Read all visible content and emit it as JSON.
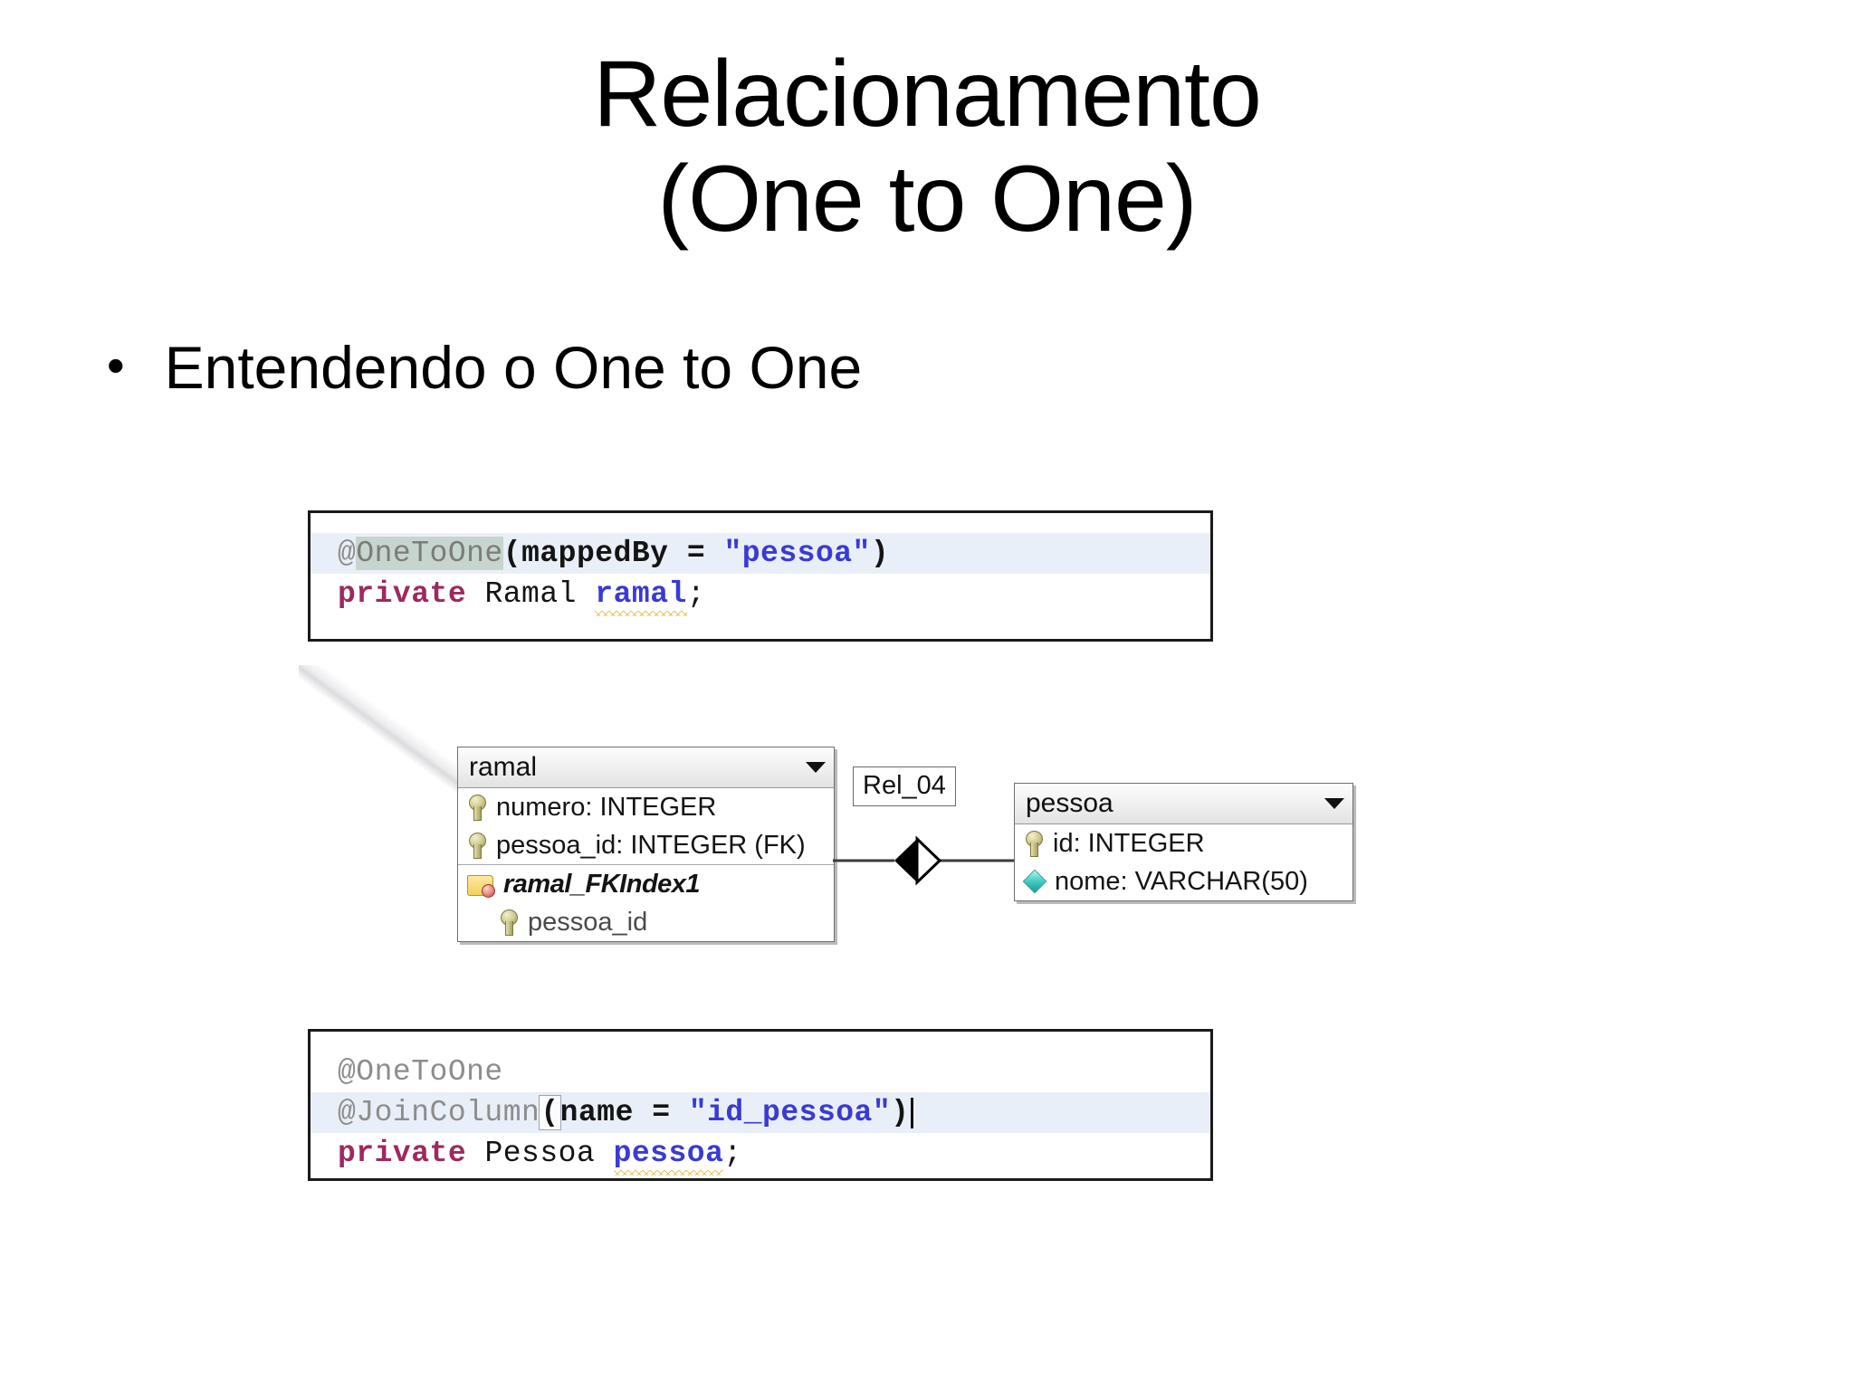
{
  "slide": {
    "title_line1": "Relacionamento",
    "title_line2": "(One to One)",
    "bullet_marker": "•",
    "bullet_text": "Entendendo o One to One"
  },
  "code_top": {
    "lines": [
      {
        "annotation_at": "@",
        "annotation_name": "OneToOne",
        "paren_open": "(",
        "param": "mappedBy",
        "equals": "=",
        "value": "\"pessoa\"",
        "paren_close": ")"
      },
      {
        "keyword": "private",
        "type": "Ramal",
        "variable": "ramal",
        "semicolon": ";"
      }
    ]
  },
  "code_bottom": {
    "lines": [
      {
        "annotation": "@OneToOne"
      },
      {
        "annotation_at": "@",
        "annotation_name": "JoinColumn",
        "paren_open": "(",
        "param": "name",
        "equals": "=",
        "value": "\"id_pessoa\"",
        "paren_close": ")"
      },
      {
        "keyword": "private",
        "type": "Pessoa",
        "variable": "pessoa",
        "semicolon": ";"
      }
    ]
  },
  "er_diagram": {
    "relation_label": "Rel_04",
    "tables": [
      {
        "name": "ramal",
        "columns": [
          {
            "icon": "key-icon",
            "label": "numero: INTEGER"
          },
          {
            "icon": "key-icon",
            "label": "pessoa_id: INTEGER (FK)"
          }
        ],
        "indexes": [
          {
            "icon": "folder-index-icon",
            "label": "ramal_FKIndex1"
          },
          {
            "icon": "key-icon",
            "label": "pessoa_id"
          }
        ]
      },
      {
        "name": "pessoa",
        "columns": [
          {
            "icon": "key-icon",
            "label": "id: INTEGER"
          },
          {
            "icon": "diamond-icon",
            "label": "nome: VARCHAR(50)"
          }
        ],
        "indexes": []
      }
    ]
  },
  "colors": {
    "annotation": "#8d8d8d",
    "selection_highlight": "#c6d6ce",
    "line_highlight": "#e9eff9",
    "keyword": "#9c2a5f",
    "string": "#3a3ad4",
    "variable": "#3a3ad4",
    "squiggle": "#e2c862",
    "key_icon": "#cfc98c",
    "diamond_icon": "#49cfc6",
    "folder_icon": "#f2cf5e",
    "text": "#000000"
  }
}
